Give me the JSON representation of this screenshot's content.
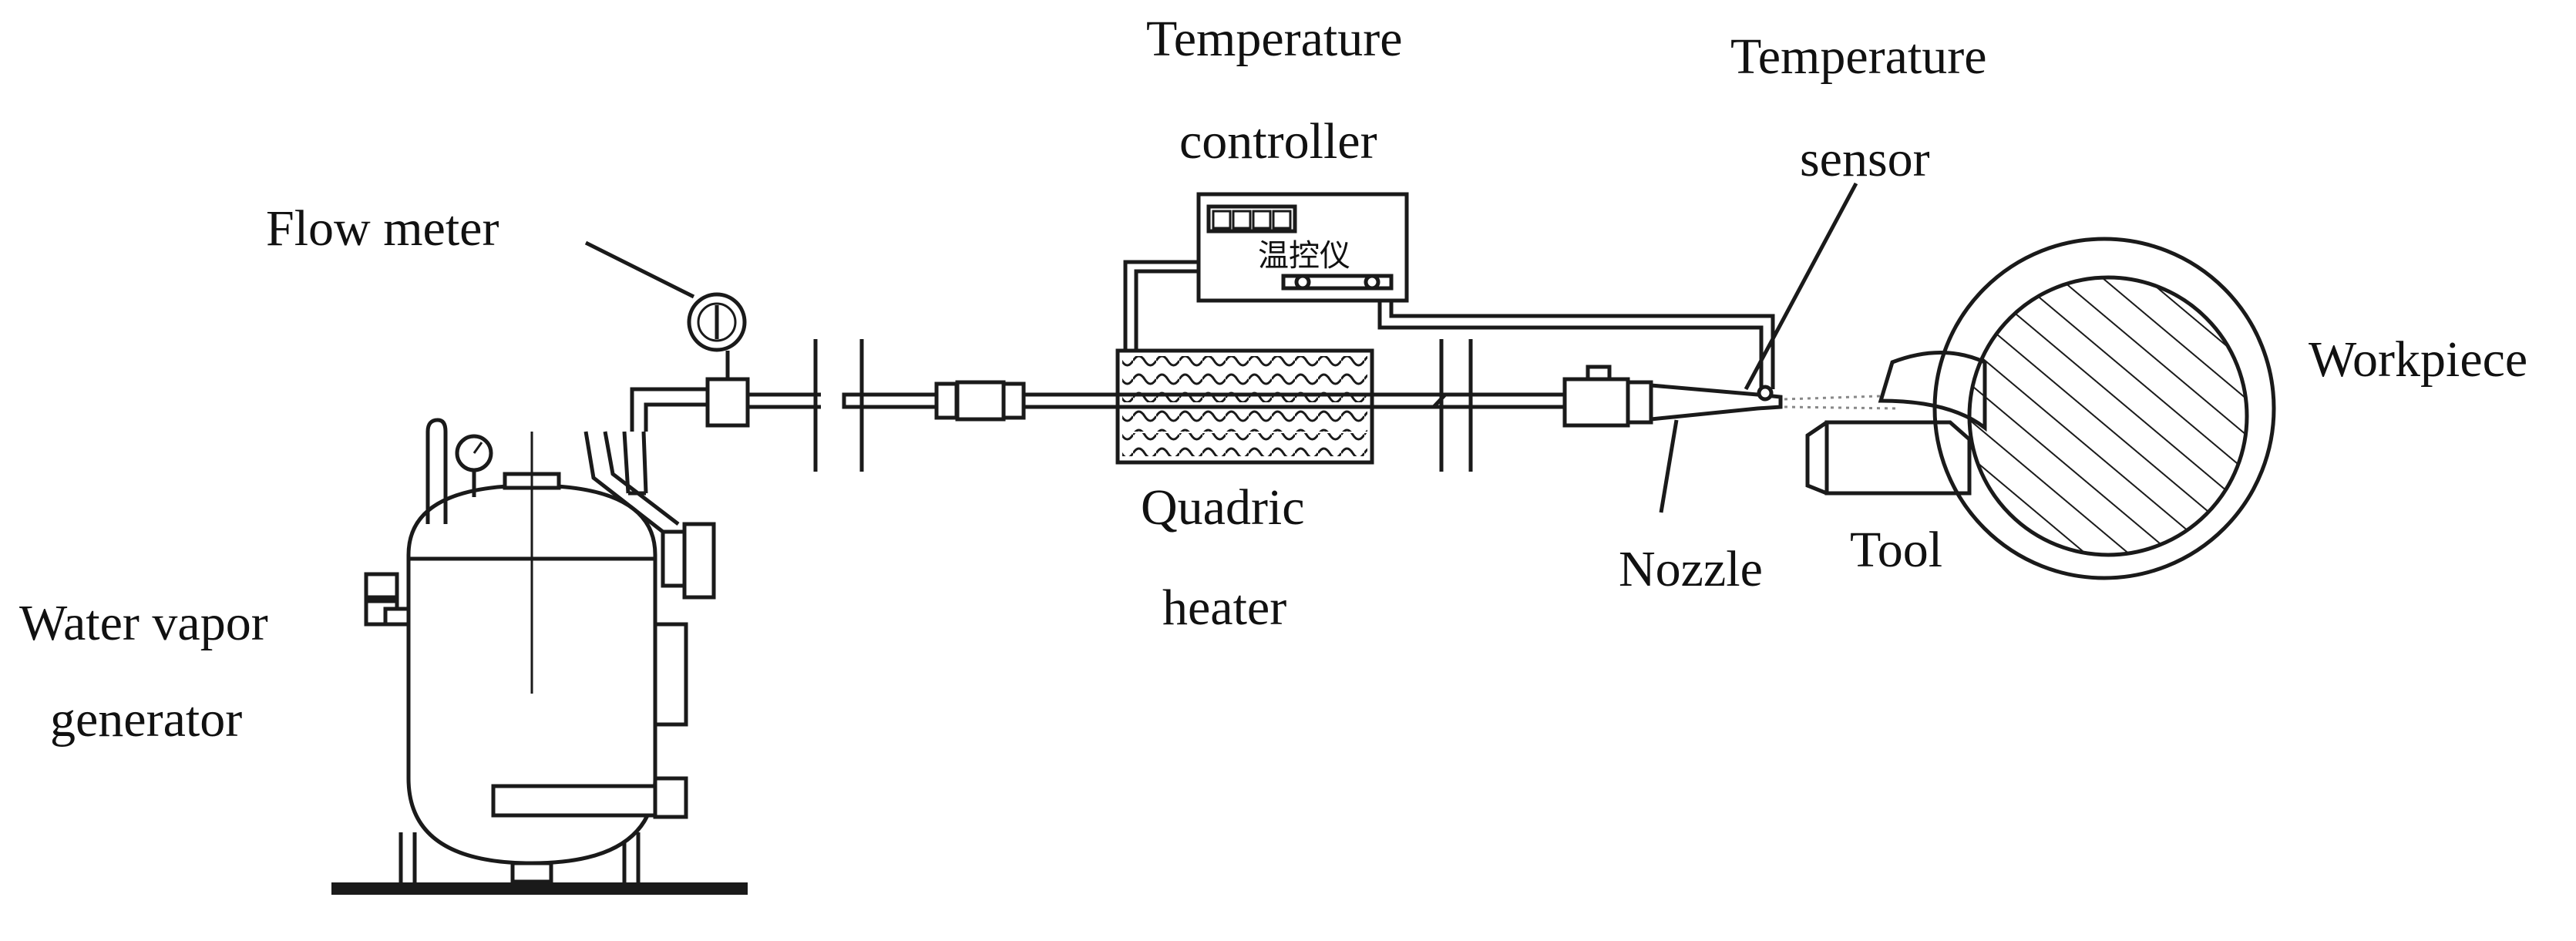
{
  "labels": {
    "water_vapor_line1": "Water vapor",
    "water_vapor_line2": "generator",
    "flow_meter": "Flow meter",
    "temp_controller_line1": "Temperature",
    "temp_controller_line2": "controller",
    "controller_display_text": "温控仪",
    "temp_sensor_line1": "Temperature",
    "temp_sensor_line2": "sensor",
    "quadric_heater_line1": "Quadric",
    "quadric_heater_line2": "heater",
    "nozzle": "Nozzle",
    "tool": "Tool",
    "workpiece": "Workpiece"
  }
}
